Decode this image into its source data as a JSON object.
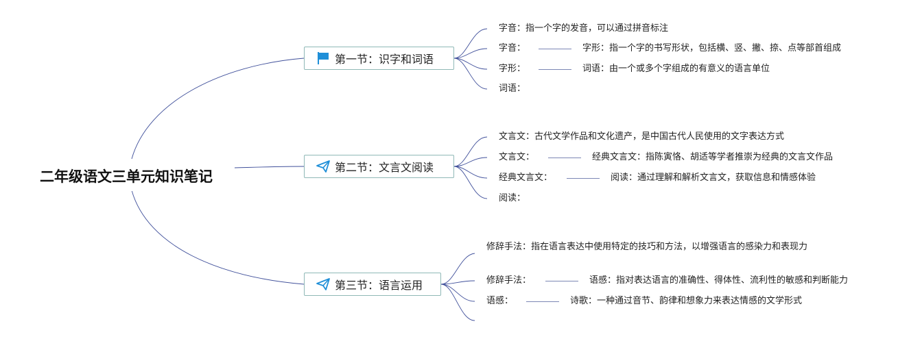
{
  "root": {
    "title": "二年级语文三单元知识笔记"
  },
  "sections": [
    {
      "title": "第一节：识字和词语",
      "icon": "flag-icon",
      "items": [
        {
          "label": "字音：指一个字的发音，可以通过拼音标注"
        },
        {
          "label": "字音：",
          "detail": "字形：指一个字的书写形状，包括横、竖、撇、捺、点等部首组成"
        },
        {
          "label": "字形：",
          "detail": "词语：由一个或多个字组成的有意义的语言单位"
        },
        {
          "label": "词语："
        }
      ]
    },
    {
      "title": "第二节：文言文阅读",
      "icon": "paper-plane-icon",
      "items": [
        {
          "label": "文言文：古代文学作品和文化遗产，是中国古代人民使用的文字表达方式"
        },
        {
          "label": "文言文：",
          "detail": "经典文言文：指陈寅恪、胡适等学者推崇为经典的文言文作品"
        },
        {
          "label": "经典文言文：",
          "detail": "阅读：通过理解和解析文言文，获取信息和情感体验"
        },
        {
          "label": "阅读："
        }
      ]
    },
    {
      "title": "第三节：语言运用",
      "icon": "paper-plane-icon",
      "items": [
        {
          "label": "修辞手法：指在语言表达中使用特定的技巧和方法，以增强语言的感染力和表现力"
        },
        {
          "label": "修辞手法：",
          "detail": "语感：指对表达语言的准确性、得体性、流利性的敏感和判断能力"
        },
        {
          "label": "语感：",
          "detail": "诗歌：一种通过音节、韵律和想象力来表达情感的文学形式"
        },
        {
          "label": ""
        }
      ]
    }
  ],
  "colors": {
    "line": "#3f4f9a",
    "section_border": "#8fb8b6",
    "icon_blue": "#1f8fd8"
  }
}
